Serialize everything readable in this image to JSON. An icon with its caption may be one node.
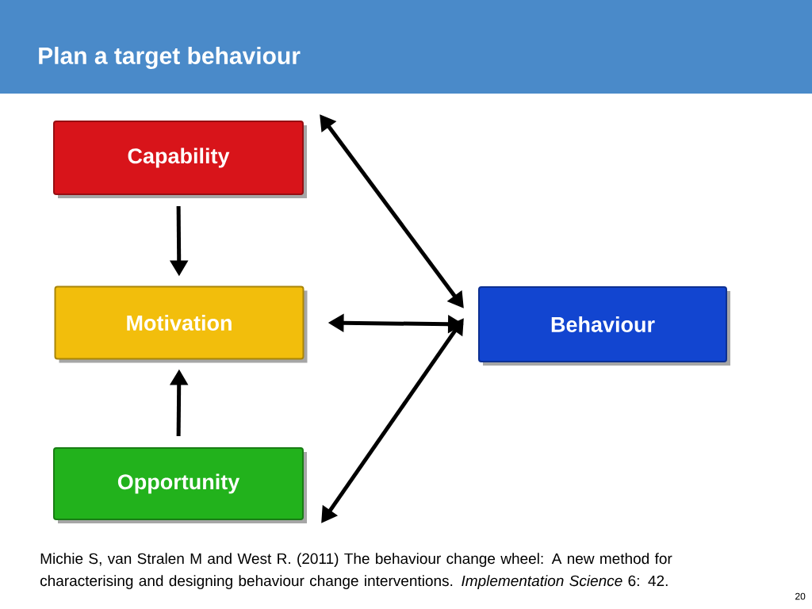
{
  "diagram": {
    "title": "Plan a target behaviour",
    "caption": "Michie S, van Stralen M and West R. (2011) The behaviour change wheel: A new method for characterising and designing behaviour change interventions. *Implementation Science* 6: 42.",
    "nodes": [
      {
        "text": [
          "Capability"
        ]
      },
      {
        "text": [
          "Motivation"
        ]
      },
      {
        "text": [
          "Behaviour"
        ]
      },
      {
        "text": [
          "Opportunity"
        ]
      }
    ],
    "edges": [
      {
        "from": 0,
        "to": 1,
        "arrow": "to"
      },
      {
        "from": 3,
        "to": 1,
        "arrow": "to"
      },
      {
        "from": 0,
        "to": 2,
        "arrow": "both"
      },
      {
        "from": 1,
        "to": 2,
        "arrow": "both"
      },
      {
        "from": 3,
        "to": 2,
        "arrow": "both"
      }
    ],
    "labels": [
      "20"
    ]
  }
}
